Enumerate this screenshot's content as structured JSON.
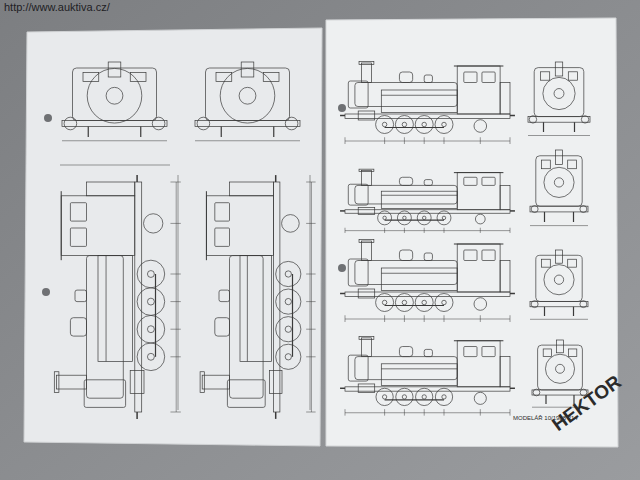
{
  "diagram": {
    "labels": [
      "http://www.auktiva.cz/",
      "MODELÁŘ 10/1988 214",
      "HEKTOR"
    ]
  }
}
